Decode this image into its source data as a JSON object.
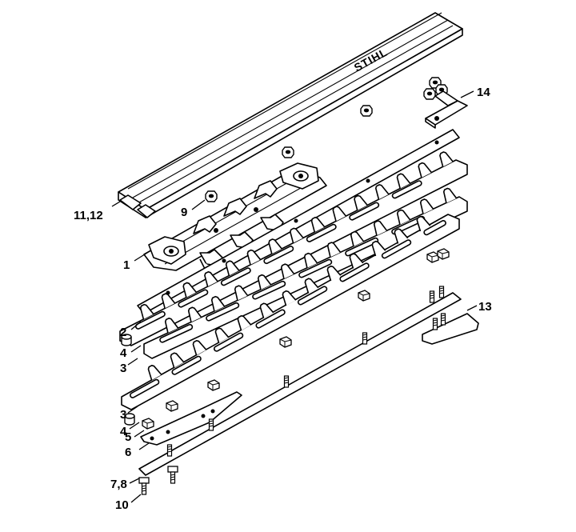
{
  "brand": "STIHL",
  "callouts": {
    "c1": "1",
    "c2": "2",
    "c3a": "3",
    "c3b": "3",
    "c4a": "4",
    "c4b": "4",
    "c5": "5",
    "c6": "6",
    "c78": "7,8",
    "c9": "9",
    "c10": "10",
    "c1112": "11,12",
    "c13": "13",
    "c14": "14"
  }
}
